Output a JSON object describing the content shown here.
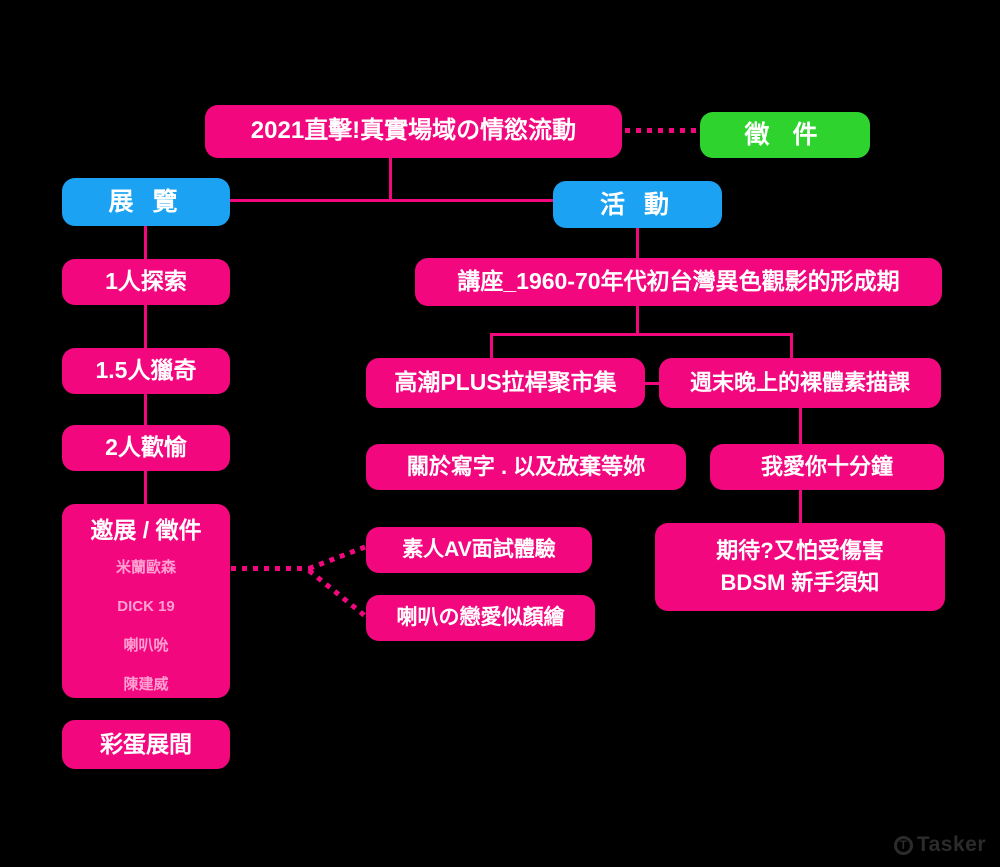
{
  "colors": {
    "pink": "#F3077F",
    "blue": "#1BA2F2",
    "green": "#2ED32E",
    "subtle": "#FF9FD2",
    "watermark": "#2B2B2B",
    "bg": "#000000",
    "text": "#FFFFFF"
  },
  "title": "2021直擊!真實場域の情慾流動",
  "badge": "徵  件",
  "exhibition": {
    "label": "展  覽",
    "rooms": [
      "1人探索",
      "1.5人獵奇",
      "2人歡愉"
    ],
    "invite": {
      "title": "邀展 / 徵件",
      "names": [
        "米蘭歐森",
        "DICK 19",
        "喇叭吮",
        "陳建威"
      ]
    },
    "bonus": "彩蛋展間"
  },
  "events": {
    "label": "活  動",
    "lecture": "講座_1960-70年代初台灣異色觀影的形成期",
    "market": "高潮PLUS拉桿聚市集",
    "sketch": "週末晚上的裸體素描課",
    "writing": "關於寫字 . 以及放棄等妳",
    "ten_minutes": "我愛你十分鐘",
    "av_audition": "素人AV面試體驗",
    "portrait": "喇叭の戀愛似顏繪",
    "bdsm_line1": "期待?又怕受傷害",
    "bdsm_line2": "BDSM 新手須知"
  },
  "watermark": "Tasker"
}
